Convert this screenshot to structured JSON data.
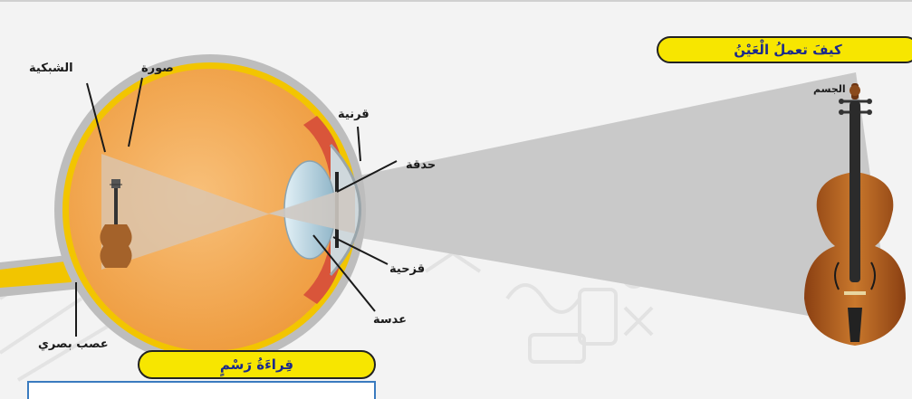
{
  "title": "كيفَ تعملُ الْعَيْنُ",
  "section_heading": "قِراءَةُ رَسْمٍ",
  "labels": {
    "retina": "الشبكية",
    "image": "صورة",
    "cornea": "قرنية",
    "pupil": "حدقة",
    "iris": "قزحية",
    "lens": "عدسة",
    "optic_nerve": "عصب بصري",
    "object": "الجسم"
  },
  "colors": {
    "title_pill": "#f7e600",
    "title_text": "#1b2a8c",
    "eyeball": "#f4a54a",
    "retina_layer": "#f2c500",
    "sclera": "#bdbdbd",
    "light_cone": "#c9c9c9",
    "violin": "#b8651f",
    "box_border": "#3a7bbf"
  }
}
